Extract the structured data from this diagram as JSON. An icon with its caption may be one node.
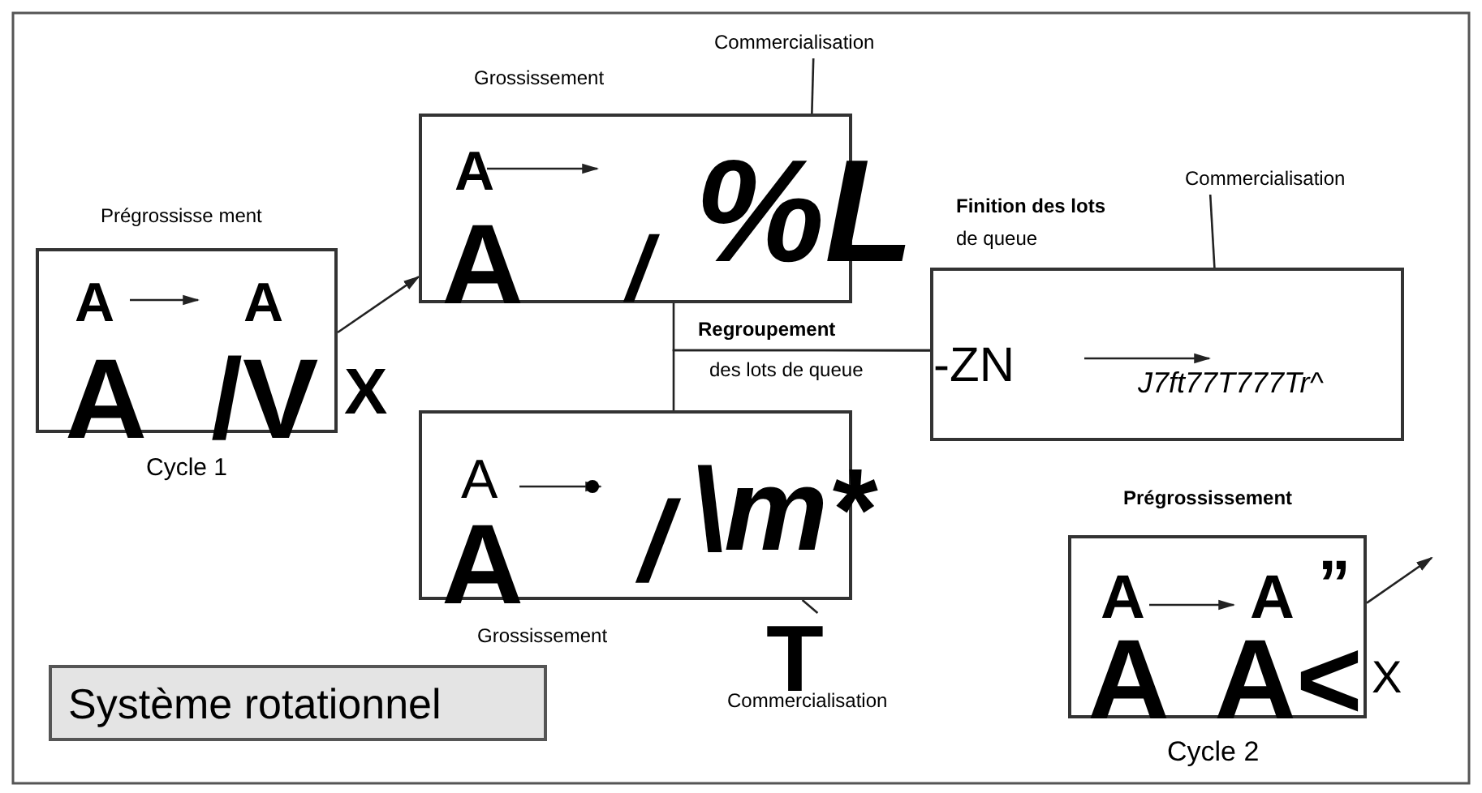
{
  "diagram": {
    "nodes": [
      {
        "text": [
          "Prégrossisse ment",
          "A",
          "A",
          "A",
          "/V"
        ],
        "beside": [
          "Cycle 1"
        ]
      },
      {
        "text": [
          "Grossissement",
          "A",
          "A",
          "/",
          "%L"
        ]
      },
      {
        "text": [
          "Commercialisation"
        ]
      },
      {
        "text": [
          "A",
          "A",
          "/",
          "\\m*"
        ],
        "beside": [
          "Grossissement"
        ]
      },
      {
        "text": [
          "T",
          "Commercialisation"
        ]
      },
      {
        "text": [
          "Finition des lots",
          "de queue",
          "-ZN",
          "J7ft77T777Tr^"
        ]
      },
      {
        "text": [
          "Commercialisation"
        ]
      },
      {
        "text": [
          "Prégrossissement",
          "A",
          "A",
          "A",
          "A<"
        ],
        "beside": [
          "Cycle 2"
        ]
      },
      {
        "text": [
          "Système rotationnel"
        ]
      }
    ],
    "edges": [
      {
        "from": 0,
        "to": 1,
        "arrow": "to"
      },
      {
        "from": 1,
        "to": 2,
        "arrow": "none"
      },
      {
        "from": 1,
        "to": 5,
        "arrow": "none"
      },
      {
        "from": 3,
        "to": 5,
        "arrow": "none"
      },
      {
        "from": 3,
        "to": 4,
        "arrow": "none"
      },
      {
        "from": 5,
        "to": 6,
        "arrow": "none"
      },
      {
        "from": 7,
        "to": null,
        "arrow": "to"
      }
    ],
    "labels": [
      "X",
      "Regroupement",
      "des lots de queue",
      "„",
      "X"
    ]
  }
}
